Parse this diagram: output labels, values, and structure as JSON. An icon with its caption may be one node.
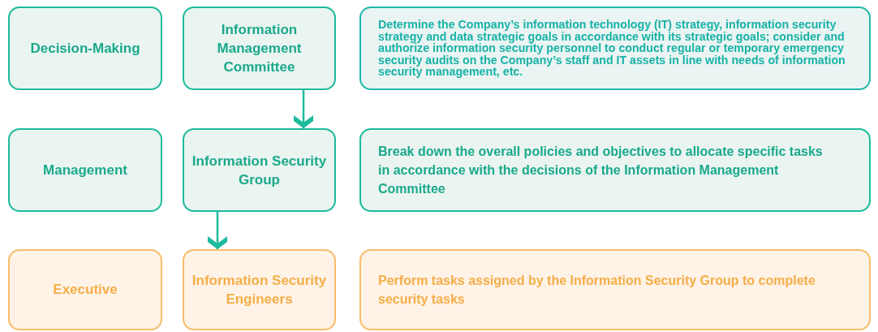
{
  "diagram": {
    "nodes": [
      {
        "text": [
          "Decision-Making"
        ]
      },
      {
        "text": [
          "Information Management Committee"
        ]
      },
      {
        "text": [
          "Determine the Company’s information technology (IT) strategy, information security strategy and data strategic goals in accordance with its strategic goals; consider and authorize information security personnel to conduct regular or temporary emergency security audits on the Company’s staff and IT assets in line with needs of information security management, etc."
        ]
      },
      {
        "text": [
          "Management"
        ]
      },
      {
        "text": [
          "Information Security Group"
        ]
      },
      {
        "text": [
          "Break down the overall policies and objectives to allocate specific tasks in accordance with the decisions of the Information Management Committee"
        ]
      },
      {
        "text": [
          "Executive"
        ]
      },
      {
        "text": [
          "Information Security Engineers"
        ]
      },
      {
        "text": [
          "Perform tasks assigned by the Information Security Group to complete security tasks"
        ]
      }
    ],
    "edges": [
      {
        "from": 1,
        "to": 4,
        "arrow": "to"
      },
      {
        "from": 4,
        "to": 7,
        "arrow": "to"
      }
    ]
  }
}
